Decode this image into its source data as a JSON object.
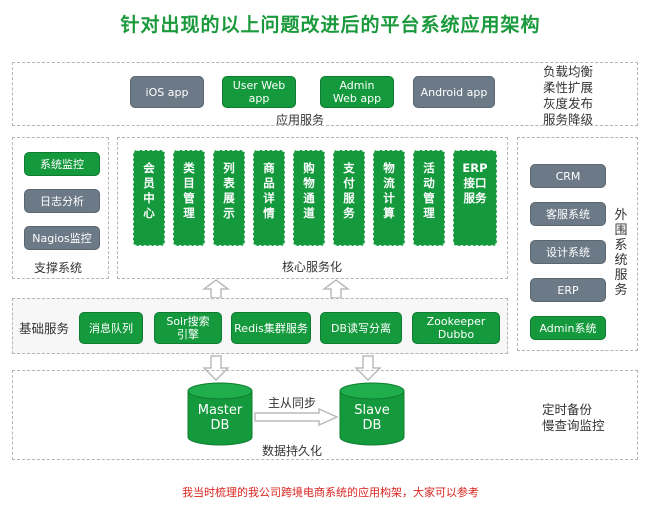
{
  "title": "针对出现的以上问题改进后的平台系统应用架构",
  "app_layer": {
    "items": [
      "iOS app",
      "User Web app",
      "Admin Web app",
      "Android app"
    ],
    "label": "应用服务",
    "side": [
      "负载均衡",
      "柔性扩展",
      "灰度发布",
      "服务降级"
    ]
  },
  "support": {
    "items": [
      "系统监控",
      "日志分析",
      "Nagios监控"
    ],
    "label": "支撑系统"
  },
  "core": {
    "items": [
      "会员中心",
      "类目管理",
      "列表展示",
      "商品详情",
      "购物通道",
      "支付服务",
      "物流计算",
      "活动管理",
      "ERP接口服务"
    ],
    "label": "核心服务化"
  },
  "external": {
    "items": [
      "CRM",
      "客服系统",
      "设计系统",
      "ERP",
      "Admin系统"
    ],
    "label": "外围系统服务"
  },
  "base": {
    "label": "基础服务",
    "items": [
      "消息队列",
      "Solr搜索引擎",
      "Redis集群服务",
      "DB读写分离",
      "Zookeeper Dubbo"
    ]
  },
  "persist": {
    "master": "Master DB",
    "slave": "Slave DB",
    "sync": "主从同步",
    "label": "数据持久化",
    "side": [
      "定时备份",
      "慢查询监控"
    ]
  },
  "caption": "我当时梳理的我公司跨境电商系统的应用构架，大家可以参考",
  "colors": {
    "green": "#149a3d",
    "gray": "#6b7a86",
    "title": "#1a9a3c",
    "caption": "#d9231e"
  }
}
